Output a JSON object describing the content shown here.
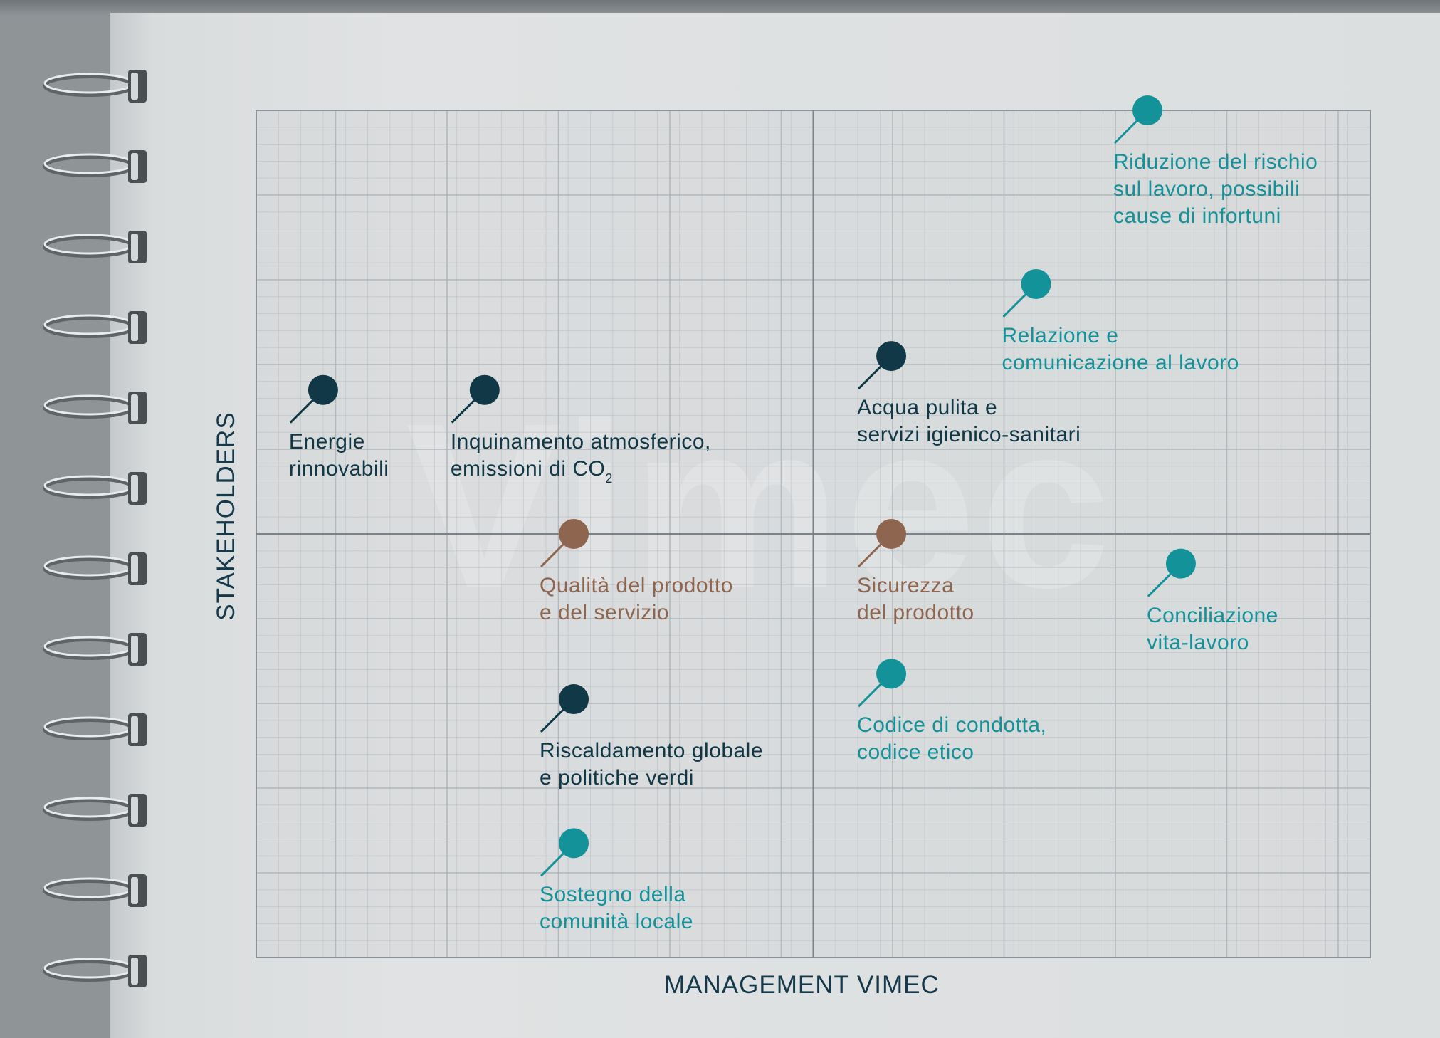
{
  "colors": {
    "navy": "#113847",
    "brown": "#8e6650",
    "teal": "#14929a",
    "grid": "#a9b0b4",
    "axis_text": "#15384a"
  },
  "watermark": "Vimec",
  "chart_data": {
    "type": "scatter",
    "title": "",
    "xlabel": "MANAGEMENT VIMEC",
    "ylabel": "STAKEHOLDERS",
    "xlim": [
      0,
      10
    ],
    "ylim": [
      0,
      10
    ],
    "grid": true,
    "quadrant_dividers": {
      "x": 5,
      "y": 5
    },
    "points": [
      {
        "label": "Riduzione del rischio\nsul lavoro, possibili\ncause di infortuni",
        "x": 8.0,
        "y": 10.0,
        "group": "teal"
      },
      {
        "label": "Relazione e\ncomunicazione al lavoro",
        "x": 7.0,
        "y": 7.95,
        "group": "teal"
      },
      {
        "label": "Acqua pulita e\nservizi igienico-sanitari",
        "x": 5.7,
        "y": 7.1,
        "group": "navy"
      },
      {
        "label": "Energie\nrinnovabili",
        "x": 0.6,
        "y": 6.7,
        "group": "navy"
      },
      {
        "label": "Inquinamento atmosferico,\nemissioni di CO",
        "subscript": "2",
        "x": 2.05,
        "y": 6.7,
        "group": "navy"
      },
      {
        "label": "Qualità del prodotto\ne del servizio",
        "x": 2.85,
        "y": 5.0,
        "group": "brown"
      },
      {
        "label": "Sicurezza\ndel prodotto",
        "x": 5.7,
        "y": 5.0,
        "group": "brown"
      },
      {
        "label": "Conciliazione\nvita-lavoro",
        "x": 8.3,
        "y": 4.65,
        "group": "teal"
      },
      {
        "label": "Codice di condotta,\ncodice etico",
        "x": 5.7,
        "y": 3.35,
        "group": "teal"
      },
      {
        "label": "Riscaldamento globale\ne politiche verdi",
        "x": 2.85,
        "y": 3.05,
        "group": "navy"
      },
      {
        "label": "Sostegno della\ncomunità locale",
        "x": 2.85,
        "y": 1.35,
        "group": "teal"
      }
    ]
  }
}
